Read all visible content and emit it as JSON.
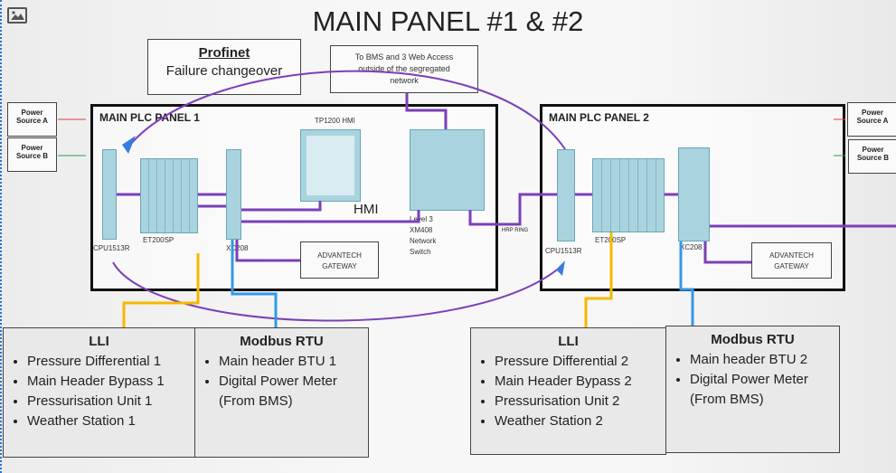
{
  "title": "MAIN PANEL #1 & #2",
  "icon": "image-icon",
  "colors": {
    "ethernet": "#7b3fb8",
    "profibus": "#f5b800",
    "modbus": "#3399e6",
    "power_a": "#e53935",
    "power_b": "#2e9e4f",
    "device": "#a9d4df"
  },
  "profinet": {
    "title": "Profinet",
    "subtitle": "Failure changeover"
  },
  "bms_note": "To BMS and 3 Web Access outside of the segregated network",
  "power": {
    "a": "Power Source A",
    "b": "Power Source B"
  },
  "panel1": {
    "title": "MAIN PLC PANEL 1",
    "cpu": "CPU1513R",
    "et": "ET200SP",
    "xc": "XC208",
    "hmi_label": "TP1200 HMI",
    "hmi": "HMI",
    "switch": "Level 3 XM408 Network Switch",
    "gateway": "ADVANTECH GATEWAY"
  },
  "panel2": {
    "title": "MAIN PLC PANEL 2",
    "cpu": "CPU1513R",
    "et": "ET200SP",
    "xc": "XC208",
    "gateway": "ADVANTECH GATEWAY"
  },
  "hrp_ring": "HRP RING",
  "lli1": {
    "title": "LLI",
    "items": [
      "Pressure Differential 1",
      "Main Header Bypass 1",
      "Pressurisation Unit 1",
      "Weather Station 1"
    ]
  },
  "modbus1": {
    "title": "Modbus RTU",
    "items": [
      "Main header BTU 1",
      "Digital Power Meter (From BMS)"
    ]
  },
  "lli2": {
    "title": "LLI",
    "items": [
      "Pressure Differential 2",
      "Main Header Bypass 2",
      "Pressurisation Unit 2",
      "Weather Station 2"
    ]
  },
  "modbus2": {
    "title": "Modbus RTU",
    "items": [
      "Main header BTU 2",
      "Digital Power Meter (From BMS)"
    ]
  }
}
